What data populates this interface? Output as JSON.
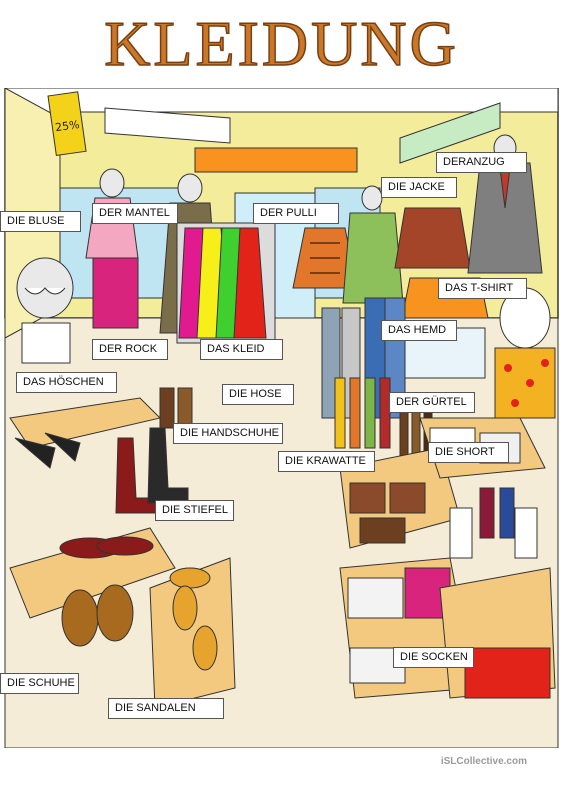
{
  "title": "KLEIDUNG",
  "shop_sign": "25%",
  "labels": {
    "die_bluse": "DIE BLUSE",
    "der_mantel": "DER MANTEL",
    "der_pulli": "DER PULLI",
    "deranzug": "DERANZUG",
    "die_jacke": "DIE JACKE",
    "das_tshirt": "DAS T-SHIRT",
    "das_hemd": "DAS HEMD",
    "der_rock": "DER ROCK",
    "das_kleid": "DAS KLEID",
    "das_hoeschen": "DAS HÖSCHEN",
    "die_hose": "DIE HOSE",
    "der_guertel": "DER GÜRTEL",
    "die_handschuhe": "DIE HANDSCHUHE",
    "die_short": "DIE SHORT",
    "die_krawatte": "DIE KRAWATTE",
    "die_stiefel": "DIE STIEFEL",
    "die_socken": "DIE SOCKEN",
    "die_schuhe": "DIE SCHUHE",
    "die_sandalen": "DIE SANDALEN"
  },
  "watermark": "iSLCollective.com",
  "colors": {
    "title": "#c9782a",
    "wall": "#f3ec9a",
    "floor": "#f5ecd8",
    "table": "#f2c97e",
    "accent_orange": "#f7931e"
  }
}
